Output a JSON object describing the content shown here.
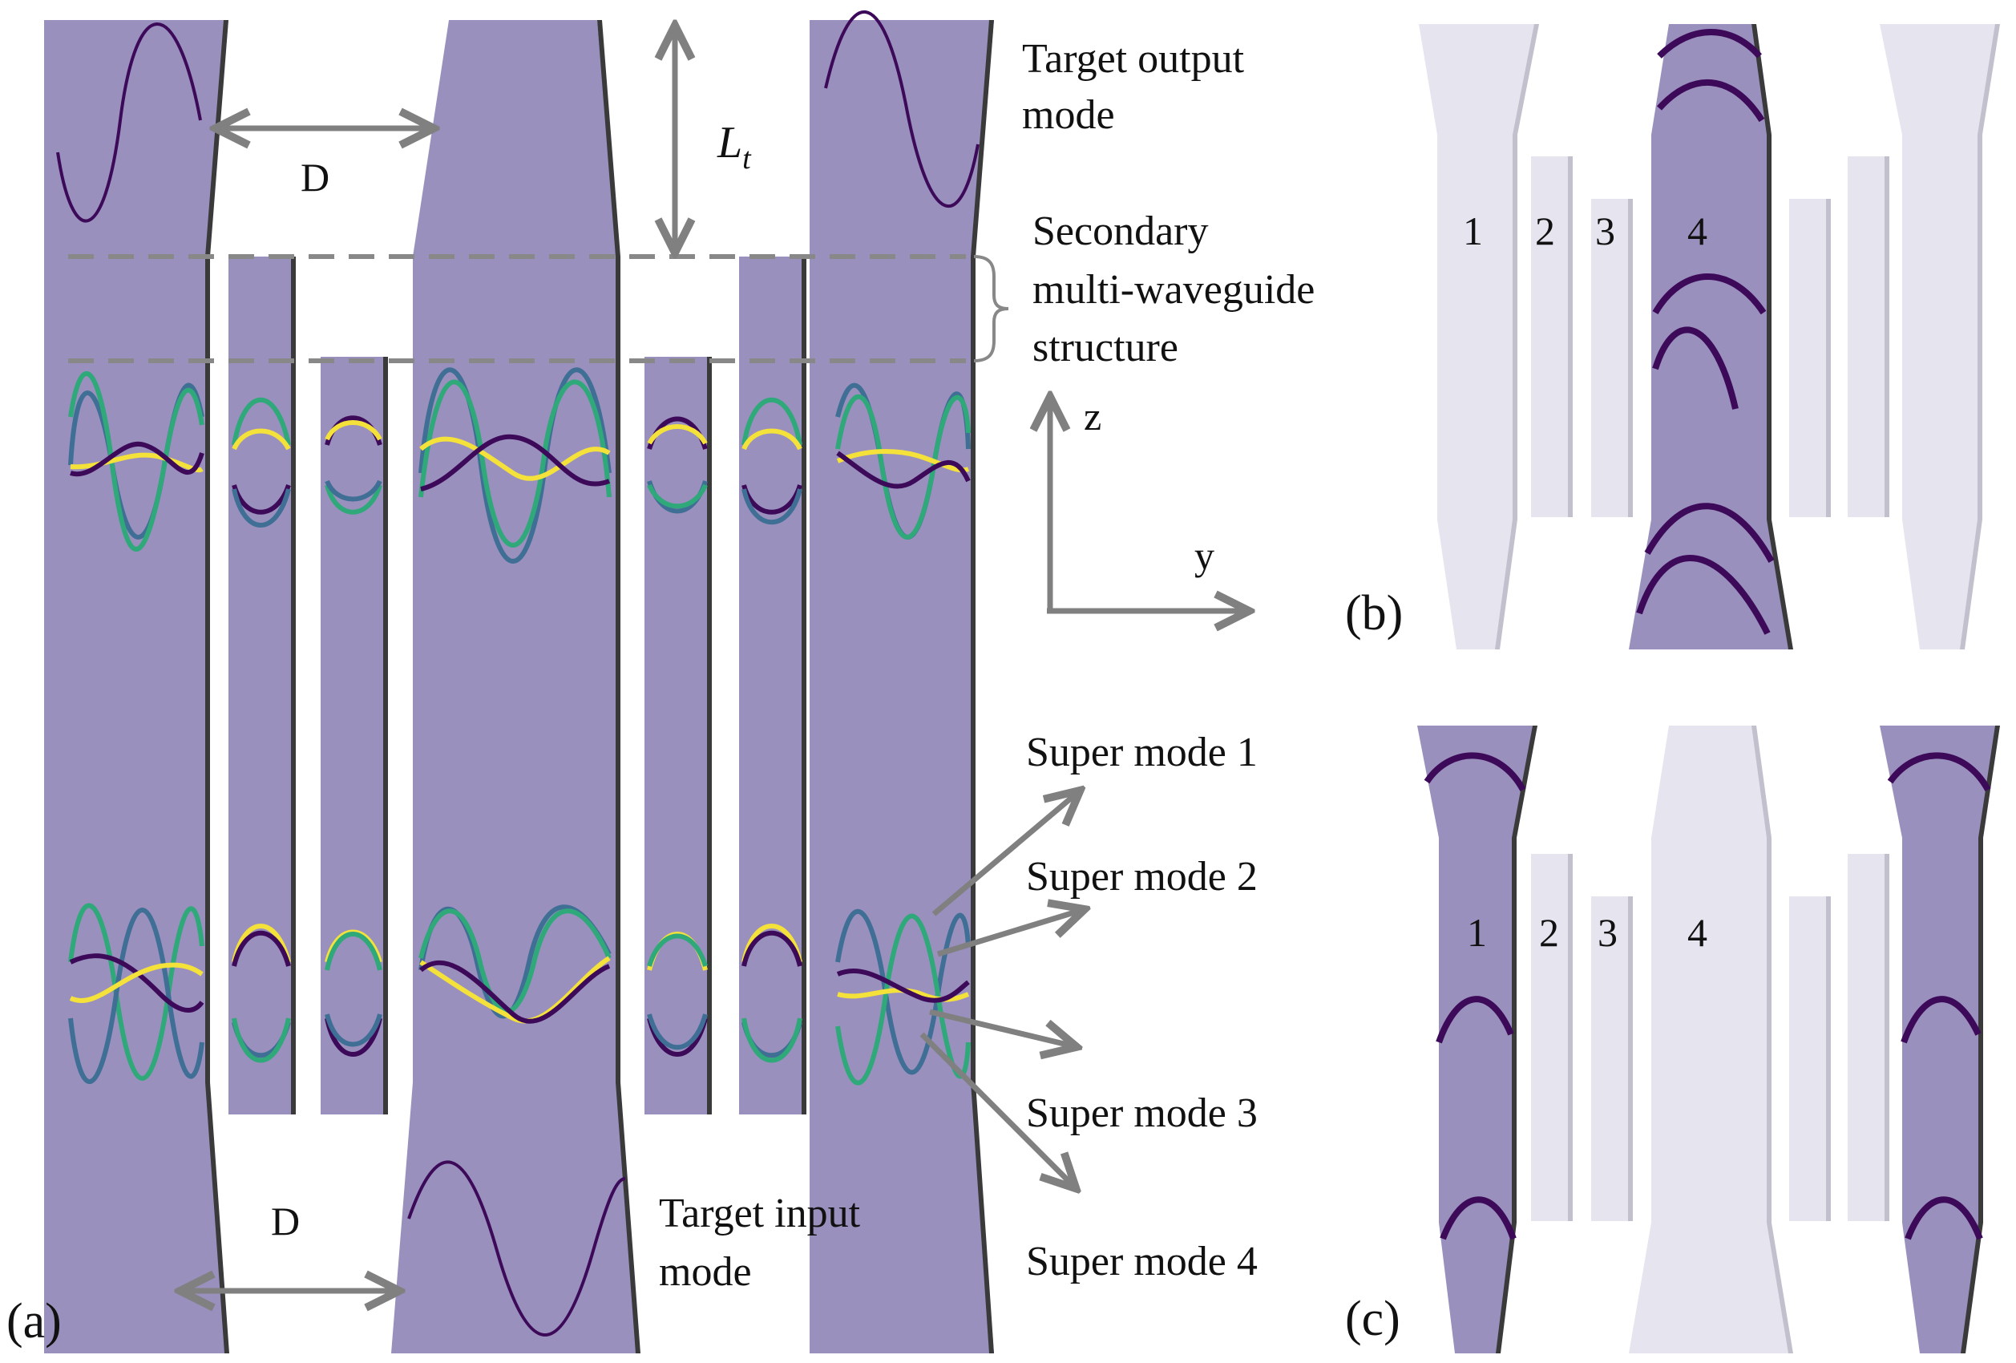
{
  "panels": {
    "a": "(a)",
    "b": "(b)",
    "c": "(c)"
  },
  "labels": {
    "target_output_line1": "Target output",
    "target_output_line2": "mode",
    "secondary_line1": "Secondary",
    "secondary_line2": "multi-waveguide",
    "secondary_line3": "structure",
    "lt_main": "L",
    "lt_sub": "t",
    "d_top": "D",
    "d_bottom": "D",
    "axis_z": "z",
    "axis_y": "y",
    "super_mode_1": "Super mode 1",
    "super_mode_2": "Super mode 2",
    "super_mode_3": "Super mode 3",
    "super_mode_4": "Super mode 4",
    "target_input_line1": "Target input",
    "target_input_line2": "mode"
  },
  "waveguide_numbers": {
    "b": [
      "1",
      "2",
      "3",
      "4"
    ],
    "c": [
      "1",
      "2",
      "3",
      "4"
    ]
  },
  "colors": {
    "waveguide": "#9a90bd",
    "waveguide_light": "#e6e4ef",
    "mode_purple": "#3d0a5a",
    "mode_blue": "#3f6f95",
    "mode_green": "#2fa87a",
    "mode_yellow": "#f4e23a",
    "arrow_gray": "#808080",
    "dashed_gray": "#888888"
  }
}
